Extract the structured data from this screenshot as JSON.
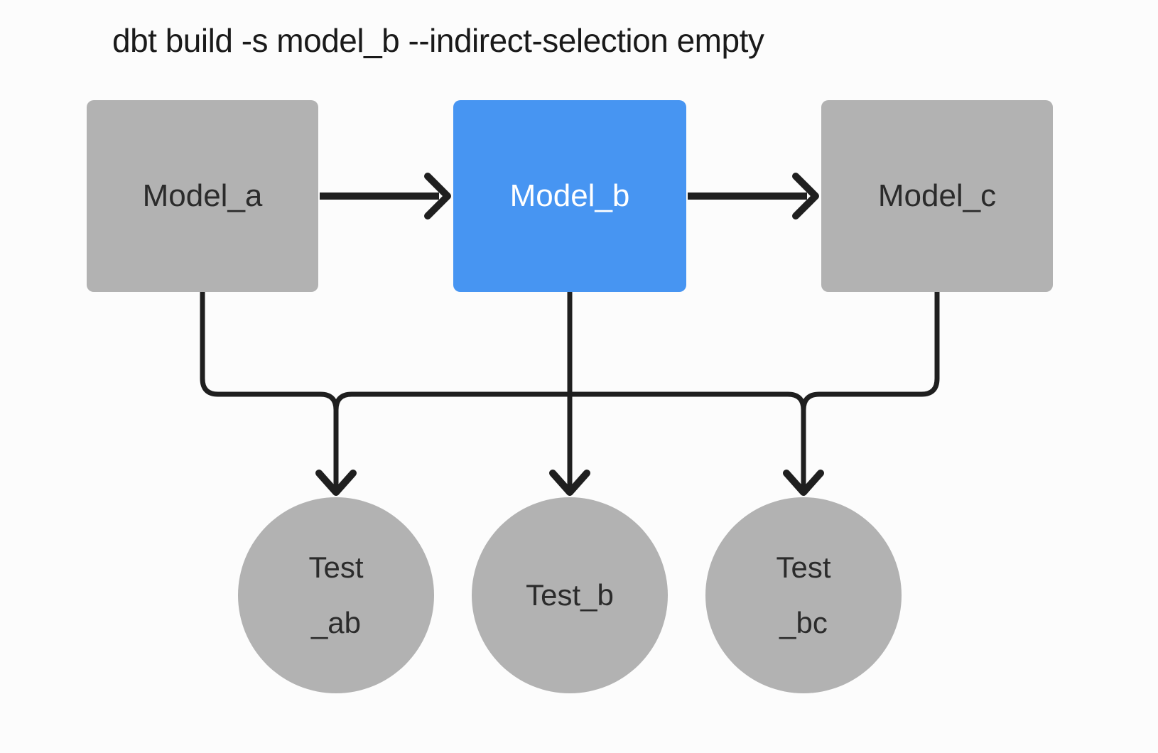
{
  "title": "dbt build -s model_b --indirect-selection empty",
  "colors": {
    "background": "#fcfcfc",
    "node-gray": "#b2b2b2",
    "node-blue": "#4795f2",
    "line": "#1f1f1f",
    "title": "#1a1a1a",
    "text-dark": "#2b2b2b",
    "text-light": "#ffffff"
  },
  "nodes": {
    "model_a": {
      "label": "Model_a"
    },
    "model_b": {
      "label": "Model_b"
    },
    "model_c": {
      "label": "Model_c"
    },
    "test_ab": {
      "lines": [
        "Test",
        "_ab"
      ]
    },
    "test_b": {
      "lines": [
        "Test_b"
      ]
    },
    "test_bc": {
      "lines": [
        "Test",
        "_bc"
      ]
    }
  }
}
